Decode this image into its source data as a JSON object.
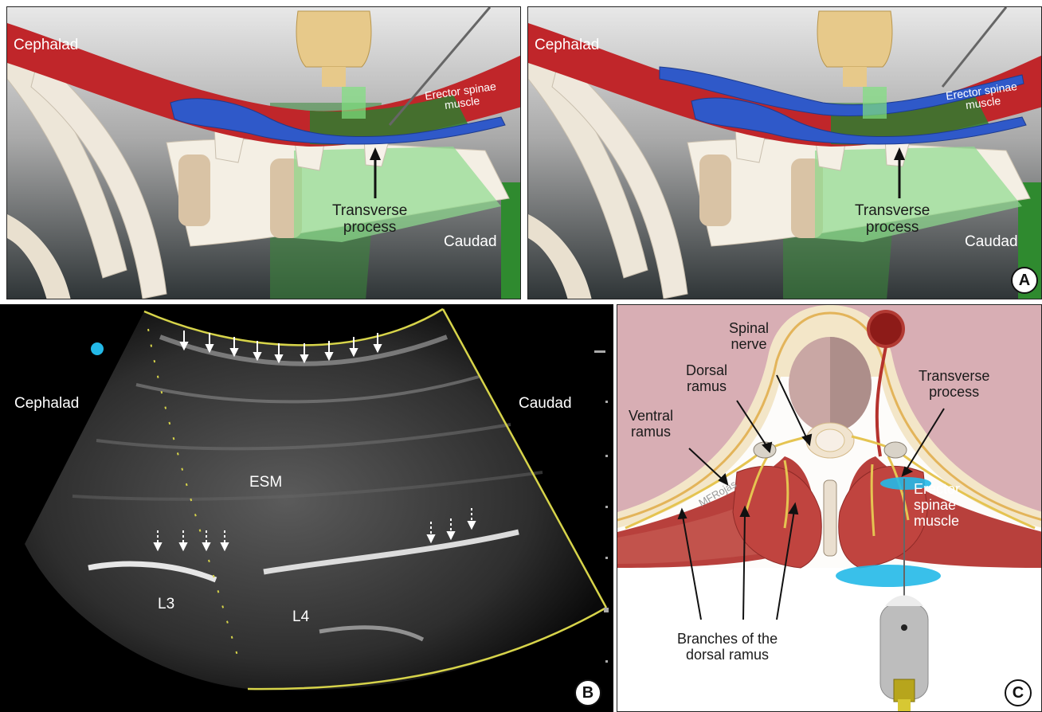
{
  "panelA": {
    "left": {
      "cephalad": "Cephalad",
      "erector": "Erector spinae\nmuscle",
      "transverse": "Transverse\nprocess",
      "caudad": "Caudad"
    },
    "right": {
      "cephalad": "Cephalad",
      "erector": "Erector spinae\nmuscle",
      "transverse": "Transverse\nprocess",
      "caudad": "Caudad"
    },
    "badge": "A"
  },
  "panelB": {
    "cephalad": "Cephalad",
    "caudad": "Caudad",
    "esm": "ESM",
    "l3": "L3",
    "l4": "L4",
    "badge": "B"
  },
  "panelC": {
    "spinal_nerve": "Spinal\nnerve",
    "dorsal_ramus": "Dorsal\nramus",
    "ventral_ramus": "Ventral\nramus",
    "transverse": "Transverse\nprocess",
    "erector": "Erector\nspinae\nmuscle",
    "branches": "Branches of the\ndorsal ramus",
    "signature": "MFRojas",
    "badge": "C"
  },
  "colors": {
    "muscle_red": "#c0262a",
    "block_blue": "#2f59c9",
    "highlight_green": "#4fcf4f",
    "bone": "#f1ebdf",
    "us_yellow": "#d7d44a",
    "dot_cyan": "#23b9e8"
  }
}
